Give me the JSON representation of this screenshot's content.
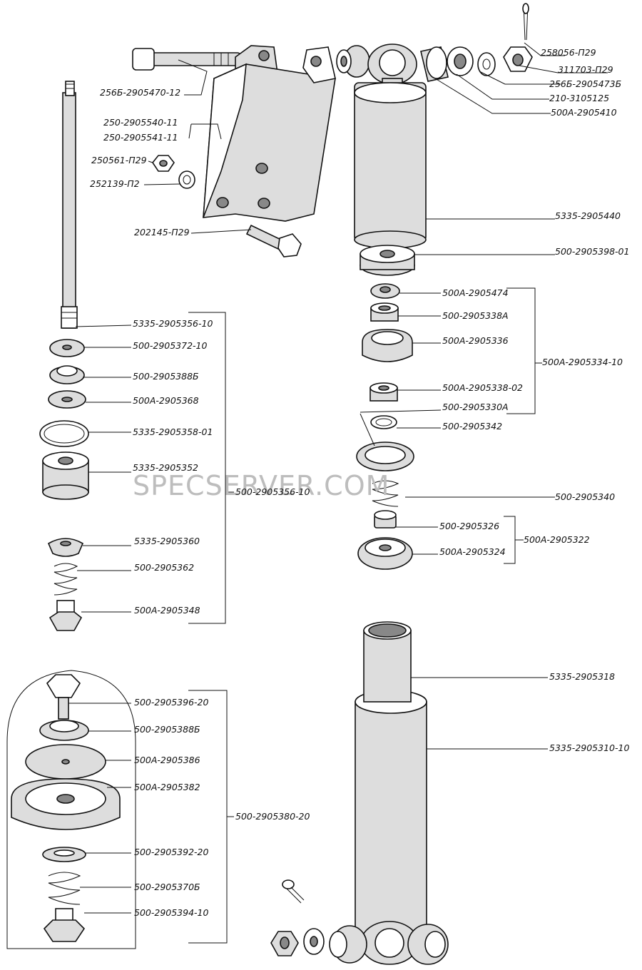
{
  "labels": [
    "258056-П29",
    "311703-П29",
    "256Б-2905473Б",
    "210-3105125",
    "500А-2905410",
    "256Б-2905470-12",
    "250-2905540-11",
    "250-2905541-11",
    "250561-П29",
    "252139-П2",
    "202145-П29",
    "5335-2905440",
    "500-2905398-01",
    "500А-2905474",
    "500-2905338А",
    "500А-2905336",
    "500А-2905334-10",
    "500А-2905338-02",
    "500-2905330А",
    "500-2905342",
    "500-2905340",
    "500-2905326",
    "500А-2905324",
    "500А-2905322",
    "5335-2905356-10",
    "500-2905372-10",
    "500-2905388Б",
    "500А-2905368",
    "5335-2905358-01",
    "5335-2905352",
    "500-2905356-10",
    "5335-2905360",
    "500-2905362",
    "500А-2905348",
    "500-2905396-20",
    "500-2905388Б",
    "500А-2905386",
    "500А-2905382",
    "500-2905380-20",
    "500-2905392-20",
    "500-2905370Б",
    "500-2905394-10",
    "5335-2905318",
    "5335-2905310-10"
  ],
  "watermark": "SPECSERVER.COM"
}
